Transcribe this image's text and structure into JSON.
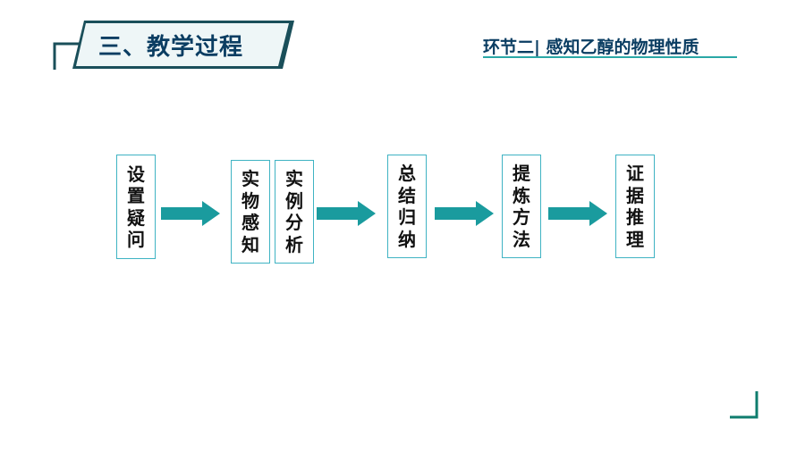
{
  "header": {
    "title": "三、教学过程",
    "section": "环节二| 感知乙醇的物理性质"
  },
  "colors": {
    "accent": "#2aa8a6",
    "dark": "#0a3d62",
    "box_border": "#3fb3c3"
  },
  "flow": [
    {
      "id": "step-1",
      "chars": [
        "设",
        "置",
        "疑",
        "问"
      ]
    },
    {
      "id": "step-2a",
      "chars": [
        "实",
        "物",
        "感",
        "知"
      ]
    },
    {
      "id": "step-2b",
      "chars": [
        "实",
        "例",
        "分",
        "析"
      ]
    },
    {
      "id": "step-3",
      "chars": [
        "总",
        "结",
        "归",
        "纳"
      ]
    },
    {
      "id": "step-4",
      "chars": [
        "提",
        "炼",
        "方",
        "法"
      ]
    },
    {
      "id": "step-5",
      "chars": [
        "证",
        "据",
        "推",
        "理"
      ]
    }
  ]
}
